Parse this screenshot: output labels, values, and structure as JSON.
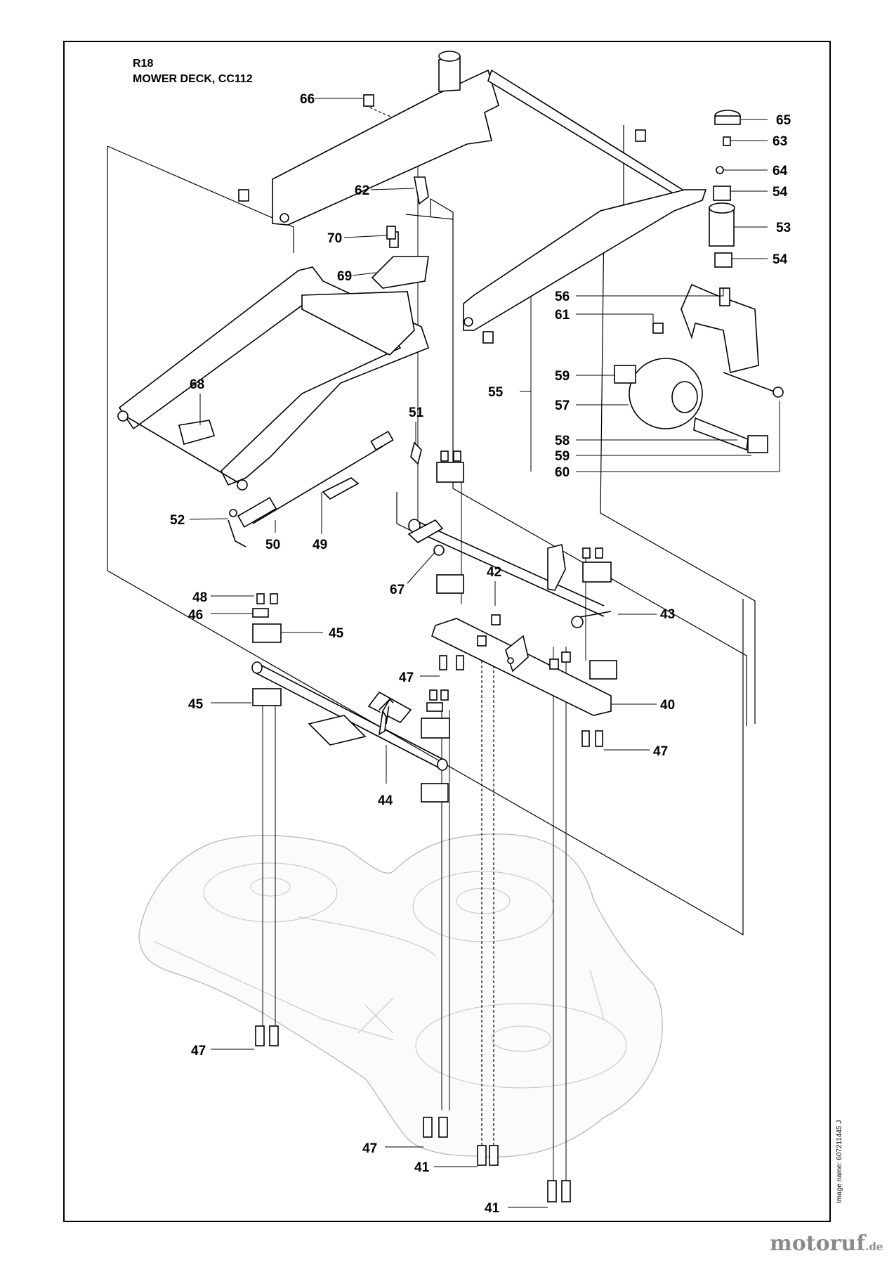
{
  "header": {
    "section_code": "R18",
    "section_title": "MOWER DECK, CC112"
  },
  "image_code": "Image name: 607211445 J",
  "watermark": {
    "brand": "motoruf",
    "tld": ".de"
  },
  "callouts": [
    "66",
    "62",
    "70",
    "69",
    "68",
    "65",
    "63",
    "64",
    "54",
    "53",
    "54",
    "56",
    "61",
    "59",
    "55",
    "57",
    "58",
    "59",
    "60",
    "51",
    "52",
    "50",
    "49",
    "67",
    "42",
    "43",
    "48",
    "46",
    "45",
    "47",
    "45",
    "40",
    "47",
    "44",
    "47",
    "47",
    "41",
    "41"
  ]
}
